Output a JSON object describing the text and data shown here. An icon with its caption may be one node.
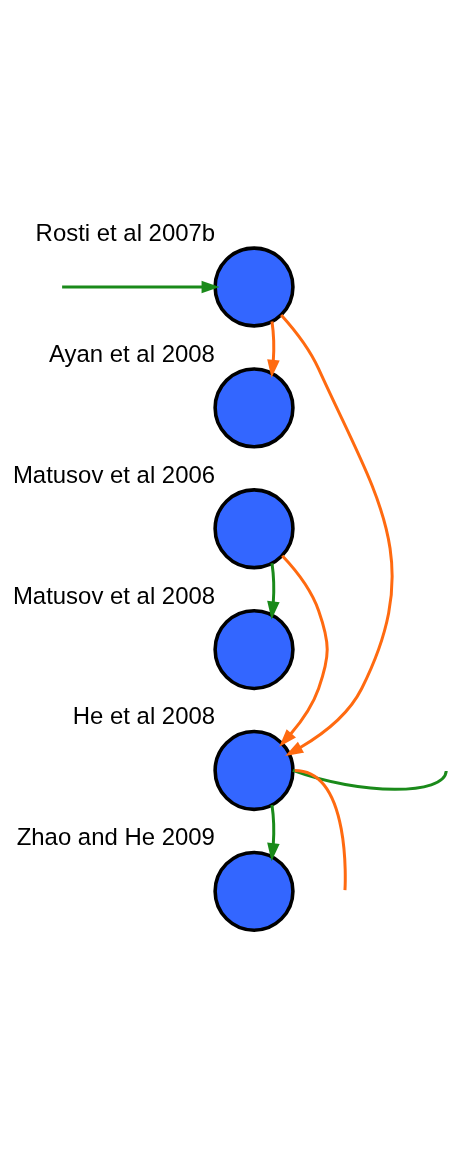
{
  "diagram": {
    "nodes": [
      {
        "text": [
          "Rosti et al 2007b"
        ]
      },
      {
        "text": [
          "Ayan et al 2008"
        ]
      },
      {
        "text": [
          "Matusov et al 2006"
        ]
      },
      {
        "text": [
          "Matusov et al 2008"
        ]
      },
      {
        "text": [
          "He et al 2008"
        ]
      },
      {
        "text": [
          "Zhao and He 2009"
        ]
      }
    ],
    "edges": [
      {
        "from": null,
        "to": 0,
        "arrow": "to",
        "color": "#1a8a1a"
      },
      {
        "from": 0,
        "to": 1,
        "arrow": "to",
        "color": "#ff6a10"
      },
      {
        "from": 0,
        "to": 4,
        "arrow": "to",
        "color": "#ff6a10"
      },
      {
        "from": 2,
        "to": 4,
        "arrow": "to",
        "color": "#ff6a10"
      },
      {
        "from": 2,
        "to": 3,
        "arrow": "to",
        "color": "#1a8a1a"
      },
      {
        "from": 4,
        "to": 5,
        "arrow": "to",
        "color": "#1a8a1a"
      },
      {
        "from": 4,
        "to": null,
        "arrow": "none",
        "color": "#1a8a1a"
      },
      {
        "from": 4,
        "to": null,
        "arrow": "none",
        "color": "#ff6a10"
      }
    ]
  }
}
